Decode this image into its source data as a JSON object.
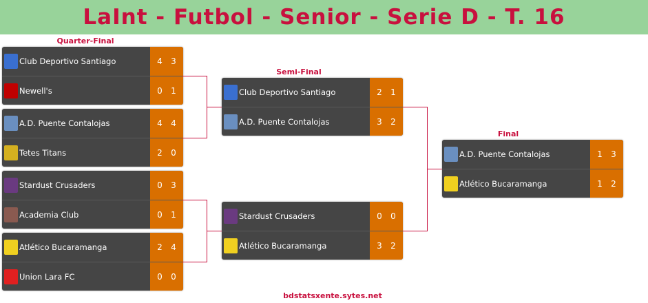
{
  "title": "LaInt - Futbol - Senior - Serie D - T. 16",
  "rounds": {
    "qf": "Quarter-Final",
    "sf": "Semi-Final",
    "f": "Final"
  },
  "colors": {
    "header_bg": "#98d39a",
    "accent": "#c8103e",
    "score_bg": "#d96f00",
    "box_bg": "#454545"
  },
  "matches": {
    "qf1": [
      {
        "team": "Club Deportivo Santiago",
        "s1": "4",
        "s2": "3",
        "logo": "#3a6fd0"
      },
      {
        "team": "Newell's",
        "s1": "0",
        "s2": "1",
        "logo": "#c00000"
      }
    ],
    "qf2": [
      {
        "team": "A.D. Puente Contalojas",
        "s1": "4",
        "s2": "4",
        "logo": "#6a8fc0"
      },
      {
        "team": "Tetes Titans",
        "s1": "2",
        "s2": "0",
        "logo": "#d4b020"
      }
    ],
    "qf3": [
      {
        "team": "Stardust Crusaders",
        "s1": "0",
        "s2": "3",
        "logo": "#6a3a80"
      },
      {
        "team": "Academia Club",
        "s1": "0",
        "s2": "1",
        "logo": "#8a5a50"
      }
    ],
    "qf4": [
      {
        "team": "Atlético Bucaramanga",
        "s1": "2",
        "s2": "4",
        "logo": "#f0d020"
      },
      {
        "team": "Union Lara FC",
        "s1": "0",
        "s2": "0",
        "logo": "#e02020"
      }
    ],
    "sf1": [
      {
        "team": "Club Deportivo Santiago",
        "s1": "2",
        "s2": "1",
        "logo": "#3a6fd0"
      },
      {
        "team": "A.D. Puente Contalojas",
        "s1": "3",
        "s2": "2",
        "logo": "#6a8fc0"
      }
    ],
    "sf2": [
      {
        "team": "Stardust Crusaders",
        "s1": "0",
        "s2": "0",
        "logo": "#6a3a80"
      },
      {
        "team": "Atlético Bucaramanga",
        "s1": "3",
        "s2": "2",
        "logo": "#f0d020"
      }
    ],
    "f": [
      {
        "team": "A.D. Puente Contalojas",
        "s1": "1",
        "s2": "3",
        "logo": "#6a8fc0"
      },
      {
        "team": "Atlético Bucaramanga",
        "s1": "1",
        "s2": "2",
        "logo": "#f0d020"
      }
    ]
  },
  "footer": "bdstatsxente.sytes.net"
}
